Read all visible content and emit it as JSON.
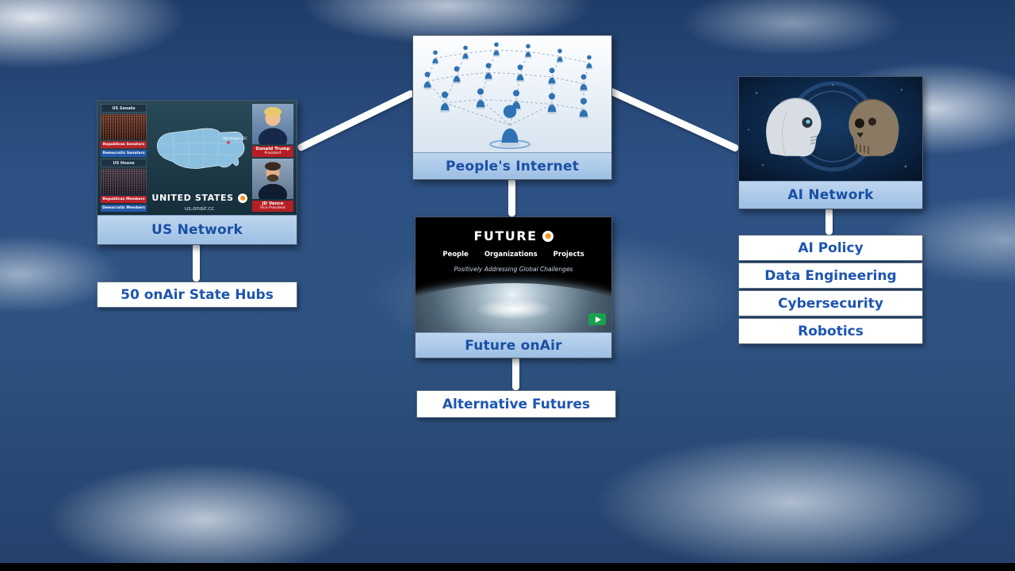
{
  "colors": {
    "sky": "#2d5184",
    "label_bar_bg": "#a9c7e9",
    "label_text": "#1a4fa5",
    "box_bg": "#ffffff",
    "box_text": "#1d55b0",
    "connector": "#ffffff",
    "republican_red": "#b7232a",
    "democrat_blue": "#2458a8",
    "play_green": "#19a24d",
    "onair_orange": "#f7941d"
  },
  "nodes": {
    "peoples_internet": {
      "label": "People's Internet"
    },
    "us_network": {
      "label": "US Network"
    },
    "state_hubs": {
      "label": "50 onAir State Hubs"
    },
    "future_onair": {
      "label": "Future onAir"
    },
    "alternative_futures": {
      "label": "Alternative Futures"
    },
    "ai_network": {
      "label": "AI Network"
    },
    "ai_topics": [
      {
        "label": "AI Policy"
      },
      {
        "label": "Data Engineering"
      },
      {
        "label": "Cybersecurity"
      },
      {
        "label": "Robotics"
      }
    ]
  },
  "us_card": {
    "senate_header": "US Senate",
    "senate_rep_bar": "Republican Senators",
    "senate_dem_bar": "Democratic Senators",
    "house_header": "US House",
    "house_rep_bar": "Republican Members",
    "house_dem_bar": "Democratic Members",
    "map_label": "UNITED STATES",
    "map_url": "us.onair.cc",
    "map_city": "Washington DC",
    "president_name": "Donald Trump",
    "president_title": "President",
    "vp_name": "JD Vance",
    "vp_title": "Vice President"
  },
  "future_card": {
    "title": "FUTURE",
    "menu": [
      "People",
      "Organizations",
      "Projects"
    ],
    "tagline": "Positively Addressing Global Challenges"
  }
}
